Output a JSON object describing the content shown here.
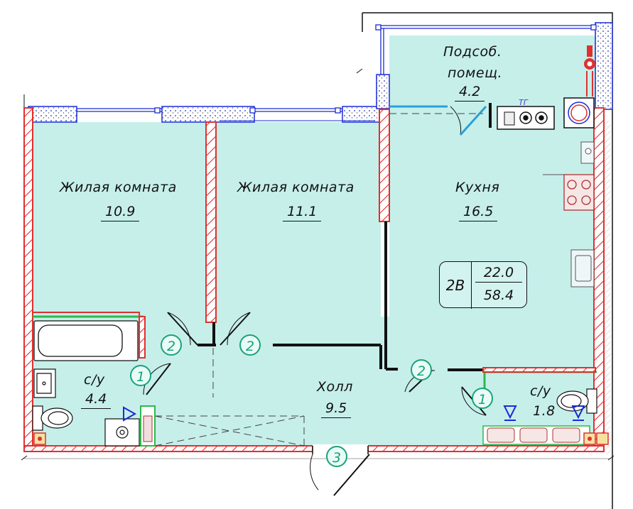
{
  "plan": {
    "apartment_type": "2В",
    "living_area": "22.0",
    "total_area": "58.4",
    "rooms": [
      {
        "id": "bedroom1",
        "name": "Жилая комната",
        "area": "10.9"
      },
      {
        "id": "bedroom2",
        "name": "Жилая комната",
        "area": "11.1"
      },
      {
        "id": "kitchen",
        "name": "Кухня",
        "area": "16.5"
      },
      {
        "id": "utility",
        "name": "Подсоб. помещ.",
        "area": "4.2"
      },
      {
        "id": "bath_large",
        "name": "с/у",
        "area": "4.4"
      },
      {
        "id": "bath_small",
        "name": "с/у",
        "area": "1.8"
      },
      {
        "id": "hall",
        "name": "Холл",
        "area": "9.5"
      }
    ],
    "utility_name_line1": "Подсоб.",
    "utility_name_line2": "помещ.",
    "door_marks": [
      "2",
      "2",
      "1",
      "2",
      "1",
      "3"
    ],
    "gas_label": "ТГ",
    "colors": {
      "floor": "#c6efea",
      "wall_hatch": "#e03030",
      "window": "#1a2bd6",
      "insulation": "#1a2bd6",
      "door_mark": "#1aa37a",
      "plumbing_border": "#2db84a"
    }
  }
}
